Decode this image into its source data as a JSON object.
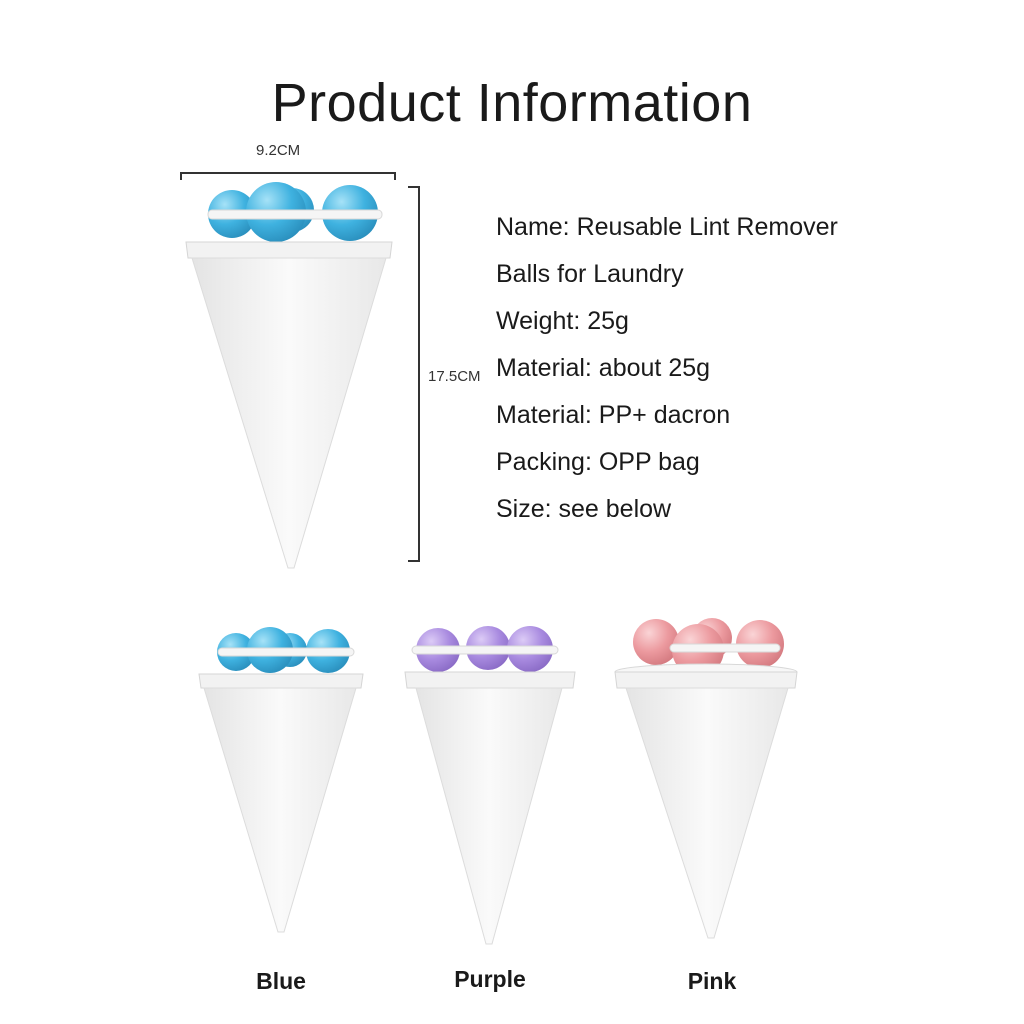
{
  "title": "Product Information",
  "dimensions": {
    "width": "9.2CM",
    "height": "17.5CM"
  },
  "specs": [
    "Name: Reusable Lint Remover",
    "Balls for Laundry",
    "Weight: 25g",
    "Material: about 25g",
    "Material: PP+ dacron",
    "Packing: OPP bag",
    "Size: see below"
  ],
  "variants": [
    {
      "label": "Blue",
      "color": "#3fb2e0"
    },
    {
      "label": "Purple",
      "color": "#a98be0"
    },
    {
      "label": "Pink",
      "color": "#ec9a9f"
    }
  ],
  "main_color": "#3fb2e0",
  "mesh_color": "#f3f3f3"
}
